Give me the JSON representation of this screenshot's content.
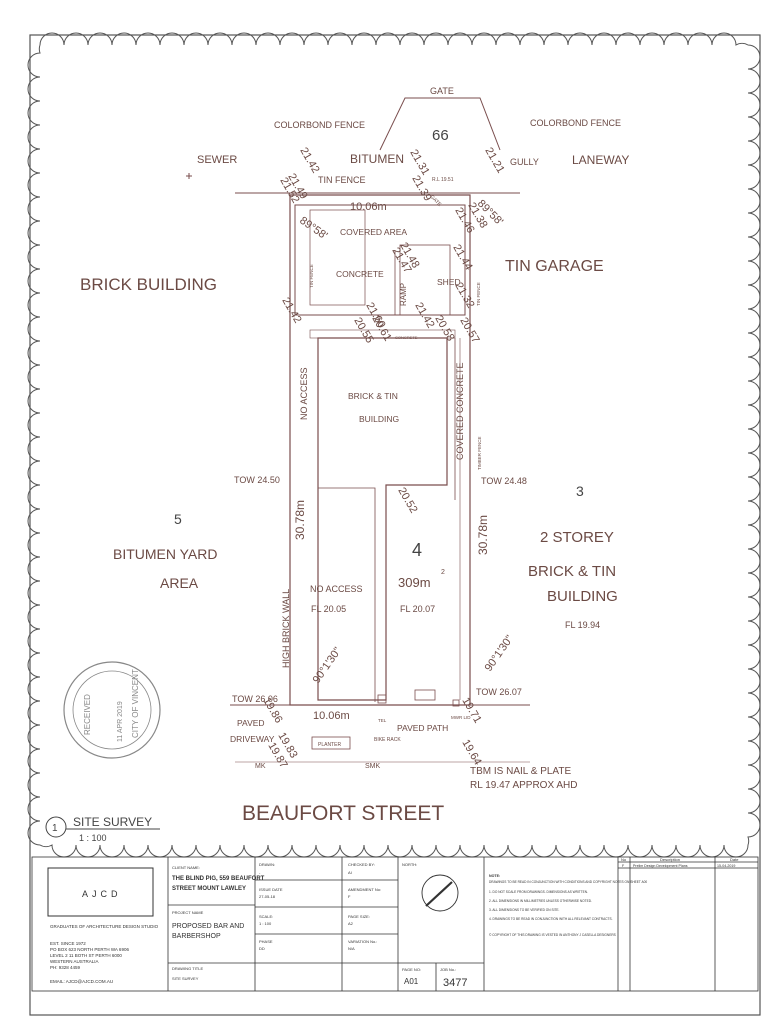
{
  "colors": {
    "ink": "#6b4a44",
    "line": "#7a4e4e",
    "frame": "#555555",
    "grey": "#333333"
  },
  "plan": {
    "gate": "GATE",
    "colorbond_left": "COLORBOND FENCE",
    "colorbond_right": "COLORBOND FENCE",
    "lot_66": "66",
    "bitumen": "BITUMEN",
    "gully": "GULLY",
    "sewer": "SEWER",
    "laneway": "LANEWAY",
    "tin_fence_top": "TIN FENCE",
    "rl_small": "R.L 19.51",
    "width_top": "10.06m",
    "angle_tl": "89°58'",
    "angle_tr": "89°58'",
    "covered_area": "COVERED AREA",
    "concrete": "CONCRETE",
    "tin_fence_left": "TIN FENCE",
    "ramp": "RAMP",
    "gate_small": "GATE",
    "shed": "SHED",
    "tin_fence_right": "TIN FENCE",
    "brick_building": "BRICK BUILDING",
    "tin_garage": "TIN GARAGE",
    "concrete_small": "CONCRETE",
    "no_access_left": "NO ACCESS",
    "brick_tin_1": "BRICK & TIN",
    "brick_tin_2": "BUILDING",
    "covered_concrete": "COVERED CONCRETE",
    "timber_fence": "TIMBER FENCE",
    "tow_left_top": "TOW 24.50",
    "tow_right_top": "TOW 24.48",
    "lot_5": "5",
    "lot_3": "3",
    "bitumen_yard_1": "BITUMEN YARD",
    "bitumen_yard_2": "AREA",
    "len_left": "30.78m",
    "len_right": "30.78m",
    "lot_4": "4",
    "area": "309m",
    "area_sup": "2",
    "two_storey": "2 STOREY",
    "brick_tin_r1": "BRICK & TIN",
    "brick_tin_r2": "BUILDING",
    "fl_right": "FL 19.94",
    "no_access_inner": "NO ACCESS",
    "fl_left": "FL 20.05",
    "fl_mid": "FL 20.07",
    "high_brick_wall": "HIGH BRICK WALL",
    "angle_bl": "90°1'30\"",
    "angle_br": "90°1'30\"",
    "tow_left_bot": "TOW 26.06",
    "tow_right_bot": "TOW 26.07",
    "width_bot": "10.06m",
    "paved_driveway_1": "PAVED",
    "paved_driveway_2": "DRIVEWAY",
    "planter": "PLANTER",
    "bike_rack": "BIKE RACK",
    "paved_path": "PAVED PATH",
    "tel": "TEL",
    "mwr_lid": "MWR LID",
    "mk": "MK",
    "smk": "SMK",
    "tbm_1": "TBM IS NAIL & PLATE",
    "tbm_2": "RL 19.47 APPROX AHD",
    "street": "BEAUFORT STREET",
    "levels": [
      {
        "t": "21.42"
      },
      {
        "t": "21.31"
      },
      {
        "t": "21.21"
      },
      {
        "t": "21.49"
      },
      {
        "t": "21.52"
      },
      {
        "t": "21.39"
      },
      {
        "t": "21.46"
      },
      {
        "t": "21.38"
      },
      {
        "t": "21.48"
      },
      {
        "t": "21.47"
      },
      {
        "t": "21.44"
      },
      {
        "t": "21.32"
      },
      {
        "t": "21.42"
      },
      {
        "t": "21.60"
      },
      {
        "t": "21.42"
      },
      {
        "t": "20.58"
      },
      {
        "t": "20.55"
      },
      {
        "t": "20.57"
      },
      {
        "t": "20.61"
      },
      {
        "t": "20.52"
      },
      {
        "t": "19.86"
      },
      {
        "t": "19.71"
      },
      {
        "t": "19.83"
      },
      {
        "t": "19.64"
      },
      {
        "t": "19.87"
      }
    ]
  },
  "stamp": {
    "received": "RECEIVED",
    "date": "11 APR 2019",
    "city": "CITY OF VINCENT"
  },
  "drawing": {
    "number": "1",
    "title": "SITE SURVEY",
    "scale": "1 : 100"
  },
  "title_block": {
    "firm": "AJCD",
    "firm_sub": "GRADUATES OF ARCHITECTURE DESIGN STUDIO",
    "firm_address": [
      "EST. SINCE 1972",
      "PO BOX 623 NORTH PERTH WA 6906",
      "LEVEL 2 11 BOTH ST PERTH 6000",
      "WESTERN AUSTRALIA",
      "PH: 9328 4459"
    ],
    "firm_email": "EMAIL: AJCD@AJCD.COM.AU",
    "client_label": "CLIENT NAME:",
    "client_value": "THE BLIND PIG, 559 BEAUFORT STREET MOUNT LAWLEY",
    "project_label": "PROJECT NAME",
    "project_value": "PROPOSED BAR AND BARBERSHOP",
    "drawing_title_label": "DRAWING TITLE",
    "drawing_title_value": "SITE SURVEY",
    "drawn_label": "DRAWN:",
    "drawn_value": "-",
    "checked_label": "CHECKED BY:",
    "checked_value": "AI",
    "issue_label": "ISSUE DATE",
    "issue_value": "27-05-18",
    "amend_label": "AMENDMENT No:",
    "amend_value": "F",
    "scale_label": "SCALE:",
    "scale_value": "1 : 100",
    "size_label": "PAGE SIZE:",
    "size_value": "A2",
    "phase_label": "PHASE",
    "phase_value": "DD",
    "variation_label": "VARIATION No.:",
    "variation_value": "N/A",
    "north_label": "NORTH:",
    "notes_title": "NOTE:",
    "notes": [
      "DRAWINGS TO BE READ IN CONJUNCTION WITH CONDITIONS AND COPYRIGHT NOTES ON SHEET A00",
      "1. DO NOT SCALE FROM DRAWINGS. DIMENSIONS AS WRITTEN.",
      "2. ALL DIMENSIONS IN MILLIMETRES UNLESS OTHERWISE NOTED.",
      "3. ALL DIMENSIONS TO BE VERIFIED ON SITE.",
      "4. DRAWINGS TO BE READ IN CONJUNCTION WITH ALL RELEVANT CONTRACTS.",
      "© COPYRIGHT OF THIS DRAWING IS VESTED IN ANTHONY J CASELLA DESIGNERS"
    ],
    "page_no_label": "PAGE NO:",
    "page_no_value": "A01",
    "job_label": "JOB No.:",
    "job_value": "3477",
    "rev_no_label": "No",
    "rev_desc_label": "Description",
    "rev_date_label": "Date",
    "rev_no": "F",
    "rev_desc": "Prelim Design Development Plans",
    "rev_date": "15-04-2019"
  }
}
